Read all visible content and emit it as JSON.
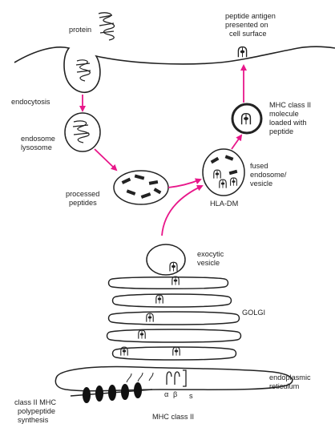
{
  "labels": {
    "protein": "protein",
    "peptide_antigen_l1": "peptide antigen",
    "peptide_antigen_l2": "presented on",
    "peptide_antigen_l3": "cell surface",
    "endocytosis": "endocytosis",
    "endosome_l1": "endosome",
    "endosome_l2": "lysosome",
    "mhc_loaded_l1": "MHC class II",
    "mhc_loaded_l2": "molecule",
    "mhc_loaded_l3": "loaded with",
    "mhc_loaded_l4": "peptide",
    "processed_l1": "processed",
    "processed_l2": "peptides",
    "fused_l1": "fused",
    "fused_l2": "endosome/",
    "fused_l3": "vesicle",
    "hla_dm": "HLA-DM",
    "exocytic_l1": "exocytic",
    "exocytic_l2": "vesicle",
    "golgi": "GOLGI",
    "er_l1": "endoplasmic",
    "er_l2": "reticulum",
    "synthesis_l1": "class II MHC",
    "synthesis_l2": "polypeptide",
    "synthesis_l3": "synthesis",
    "mhc_class_ii": "MHC class II",
    "alpha": "α",
    "beta": "β",
    "chain_s": "s"
  },
  "colors": {
    "arrow": "#e8178a",
    "ink": "#222222"
  }
}
